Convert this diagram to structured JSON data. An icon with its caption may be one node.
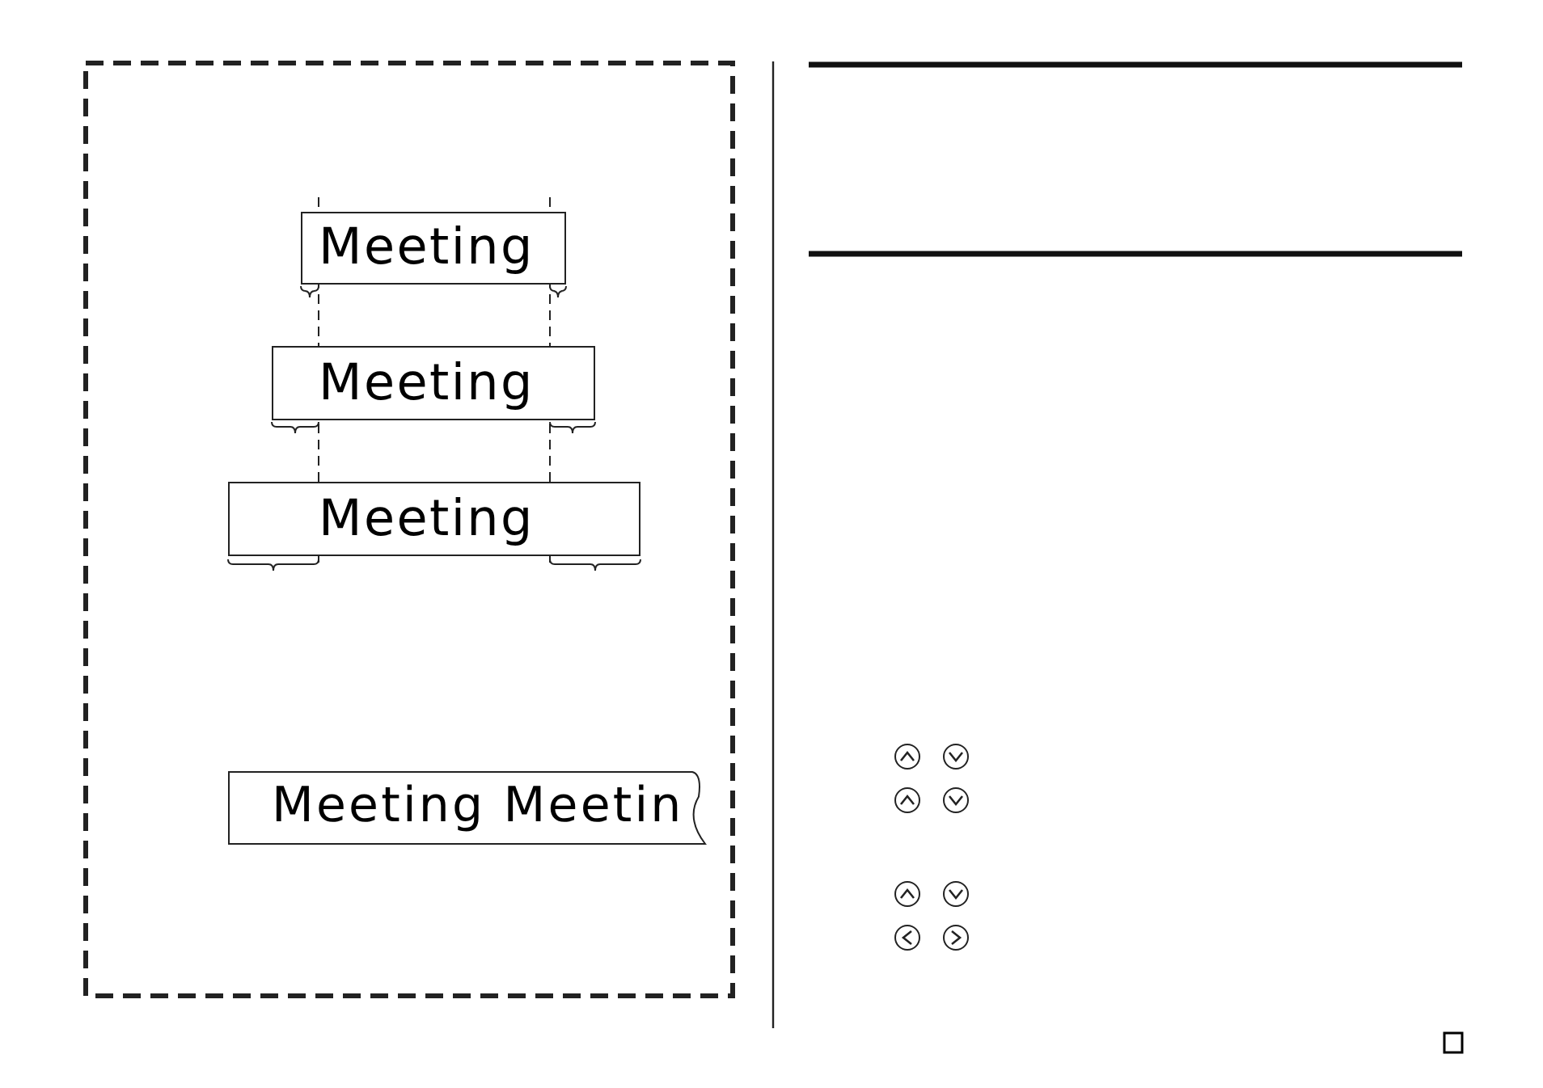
{
  "diagram": {
    "nodes": [
      {
        "text": [
          "Meeting"
        ]
      },
      {
        "text": [
          "Meeting"
        ]
      },
      {
        "text": [
          "Meeting"
        ]
      },
      {
        "text": [
          "Meeting Meetin"
        ]
      }
    ]
  }
}
